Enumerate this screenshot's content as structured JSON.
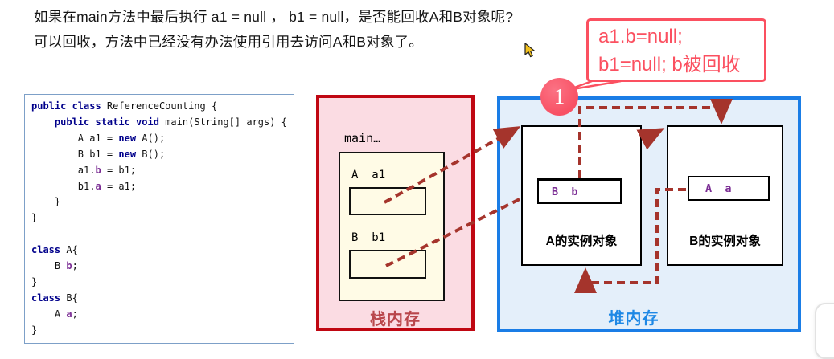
{
  "question": {
    "line1": "如果在main方法中最后执行 a1 = null ， b1 = null，是否能回收A和B对象呢?",
    "line2": "可以回收，方法中已经没有办法使用引用去访问A和B对象了。"
  },
  "callout": {
    "line1": "a1.b=null;",
    "line2": "b1=null; b被回收",
    "badge": "1"
  },
  "code": {
    "lines": [
      [
        {
          "t": "public class ",
          "c": "kw"
        },
        {
          "t": "ReferenceCounting {",
          "c": "pl"
        }
      ],
      [
        {
          "t": "    ",
          "c": "pl"
        },
        {
          "t": "public static void ",
          "c": "kw"
        },
        {
          "t": "main(String[] args) {",
          "c": "pl"
        }
      ],
      [
        {
          "t": "        A a1 = ",
          "c": "pl"
        },
        {
          "t": "new ",
          "c": "kw"
        },
        {
          "t": "A();",
          "c": "pl"
        }
      ],
      [
        {
          "t": "        B b1 = ",
          "c": "pl"
        },
        {
          "t": "new ",
          "c": "kw"
        },
        {
          "t": "B();",
          "c": "pl"
        }
      ],
      [
        {
          "t": "        a1.",
          "c": "pl"
        },
        {
          "t": "b",
          "c": "fld"
        },
        {
          "t": " = b1;",
          "c": "pl"
        }
      ],
      [
        {
          "t": "        b1.",
          "c": "pl"
        },
        {
          "t": "a",
          "c": "fld"
        },
        {
          "t": " = a1;",
          "c": "pl"
        }
      ],
      [
        {
          "t": "    }",
          "c": "pl"
        }
      ],
      [
        {
          "t": "}",
          "c": "pl"
        }
      ],
      [
        {
          "t": "",
          "c": "pl"
        }
      ],
      [
        {
          "t": "class ",
          "c": "kw"
        },
        {
          "t": "A{",
          "c": "pl"
        }
      ],
      [
        {
          "t": "    B ",
          "c": "pl"
        },
        {
          "t": "b",
          "c": "fld"
        },
        {
          "t": ";",
          "c": "pl"
        }
      ],
      [
        {
          "t": "}",
          "c": "pl"
        }
      ],
      [
        {
          "t": "class ",
          "c": "kw"
        },
        {
          "t": "B{",
          "c": "pl"
        }
      ],
      [
        {
          "t": "    A ",
          "c": "pl"
        },
        {
          "t": "a",
          "c": "fld"
        },
        {
          "t": ";",
          "c": "pl"
        }
      ],
      [
        {
          "t": "}",
          "c": "pl"
        }
      ]
    ]
  },
  "stack": {
    "title": "栈内存",
    "frame_label": "main…",
    "var_a": "A  a1",
    "var_b": "B  b1"
  },
  "heap": {
    "title": "堆内存",
    "object_a": {
      "field": "B  b",
      "label": "A的实例对象"
    },
    "object_b": {
      "field": "A  a",
      "label": "B的实例对象"
    }
  },
  "colors": {
    "arrow": "#a5342c",
    "stack-border": "#c00712",
    "stack-fill": "#fbdce3",
    "heap-border": "#1a7de6",
    "heap-fill": "#e4effa",
    "callout": "#fb5060",
    "code-kw": "#00008b",
    "code-field": "#7b2d94",
    "title-red": "#b9464b",
    "title-blue": "#1e88e5",
    "frame-fill": "#fffbe6",
    "badge": "#f85164"
  }
}
